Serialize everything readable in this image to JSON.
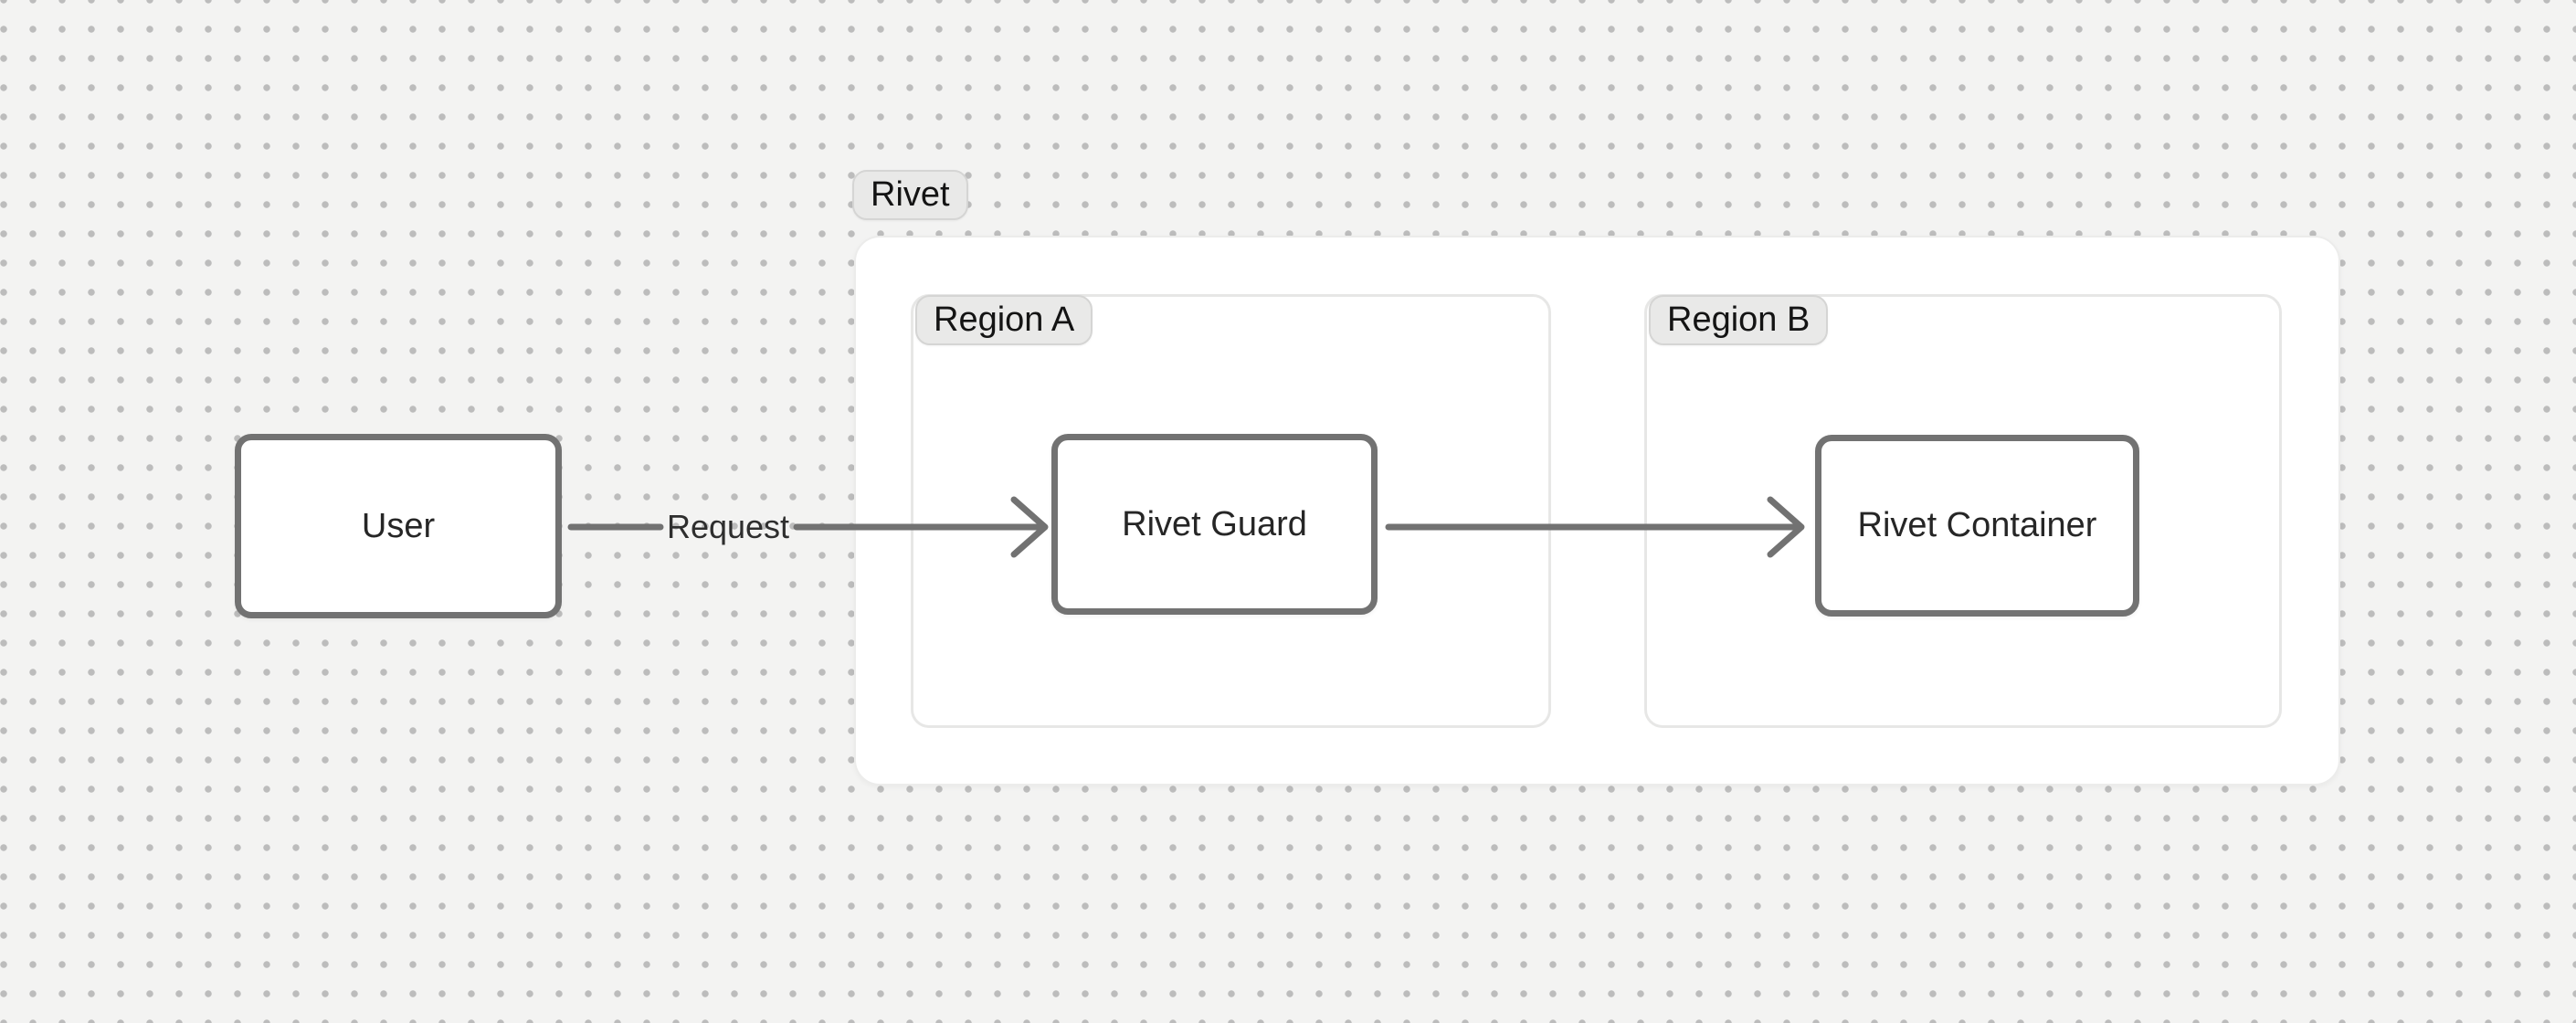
{
  "colors": {
    "canvas_bg": "#f3f3f2",
    "dot_color": "#bcbcbc",
    "group_bg": "#ffffff",
    "group_border": "#ececeb",
    "region_border": "#e7e7e6",
    "pill_bg": "#e9e9e8",
    "pill_border": "#d5d5d4",
    "pill_text": "#141414",
    "node_bg": "#ffffff",
    "node_border": "#727272",
    "node_text": "#262626",
    "edge": "#727272",
    "edge_label_text": "#2e2e2e"
  },
  "diagram": {
    "group_label": "Rivet",
    "regions": {
      "a": "Region A",
      "b": "Region B"
    },
    "nodes": {
      "user": "User",
      "guard": "Rivet Guard",
      "container": "Rivet Container"
    },
    "edges": {
      "request_label": "Request"
    }
  }
}
